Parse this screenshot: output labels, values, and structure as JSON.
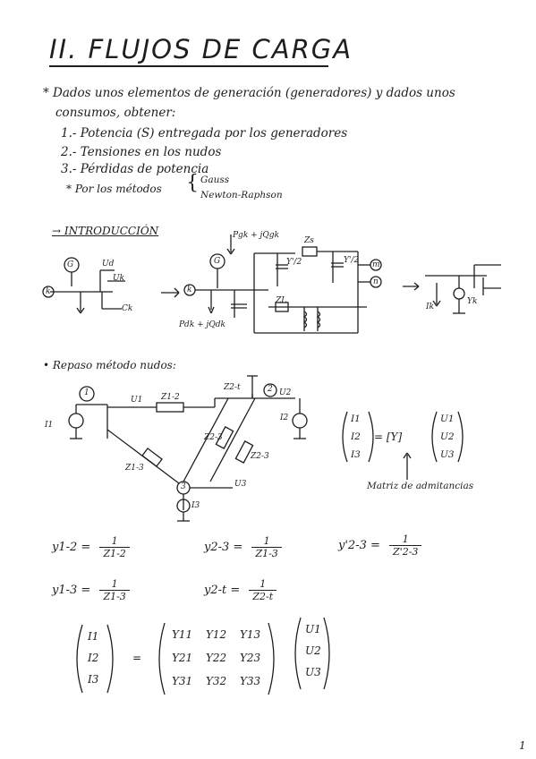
{
  "title": "II. FLUJOS DE CARGA",
  "intro": {
    "line1": "* Dados unos elementos de generación (generadores) y dados unos",
    "line2": "consumos, obtener:",
    "items": [
      "1.- Potencia (S) entregada por los generadores",
      "2.- Tensiones en los nudos",
      "3.- Pérdidas de potencia"
    ],
    "methods_prefix": "* Por los métodos",
    "methods": [
      "Gauss",
      "Newton-Raphson"
    ]
  },
  "sections": {
    "introduction": "→ INTRODUCCIÓN",
    "review": "• Repaso método nudos:"
  },
  "fig1": {
    "gen_label": "G",
    "node_label": "k",
    "load_label": "Ud",
    "load2": "Uk",
    "line": "Ck"
  },
  "fig2": {
    "power_gen": "Pgk + jQgk",
    "power_load": "Pdk + jQdk",
    "gen_label": "G",
    "node_label": "k",
    "node_m": "m",
    "node_n": "n",
    "zs": "Zs",
    "zL": "ZL",
    "ysh1": "Y'/2",
    "ysh2": "Y'/2"
  },
  "fig3": {
    "current": "Ik",
    "admittance": "Yk"
  },
  "circuit": {
    "n1": "1",
    "n2": "2",
    "n3": "3",
    "I1": "I1",
    "I2": "I2",
    "I3": "I3",
    "U1": "U1",
    "U2": "U2",
    "U3": "U3",
    "z12": "Z1-2",
    "z13": "Z1-3",
    "z23": "Z2-3",
    "z23b": "Z2-3",
    "z2t": "Z2-t"
  },
  "matrix_eq": {
    "lhs": [
      "I1",
      "I2",
      "I3"
    ],
    "mid": "= [Y]",
    "rhs": [
      "U1",
      "U2",
      "U3"
    ],
    "note": "Matriz de admitancias"
  },
  "admittances": [
    {
      "lhs": "y1-2 =",
      "num": "1",
      "den": "Z1-2"
    },
    {
      "lhs": "y2-3 =",
      "num": "1",
      "den": "Z1-3"
    },
    {
      "lhs": "y'2-3 =",
      "num": "1",
      "den": "Z'2-3"
    },
    {
      "lhs": "y1-3 =",
      "num": "1",
      "den": "Z1-3"
    },
    {
      "lhs": "y2-t =",
      "num": "1",
      "den": "Z2-t"
    }
  ],
  "full_matrix": {
    "lhs": [
      "I1",
      "I2",
      "I3"
    ],
    "eq": "=",
    "Y": [
      [
        "Y11",
        "Y12",
        "Y13"
      ],
      [
        "Y21",
        "Y22",
        "Y23"
      ],
      [
        "Y31",
        "Y32",
        "Y33"
      ]
    ],
    "rhs": [
      "U1",
      "U2",
      "U3"
    ]
  },
  "page_number": "1"
}
